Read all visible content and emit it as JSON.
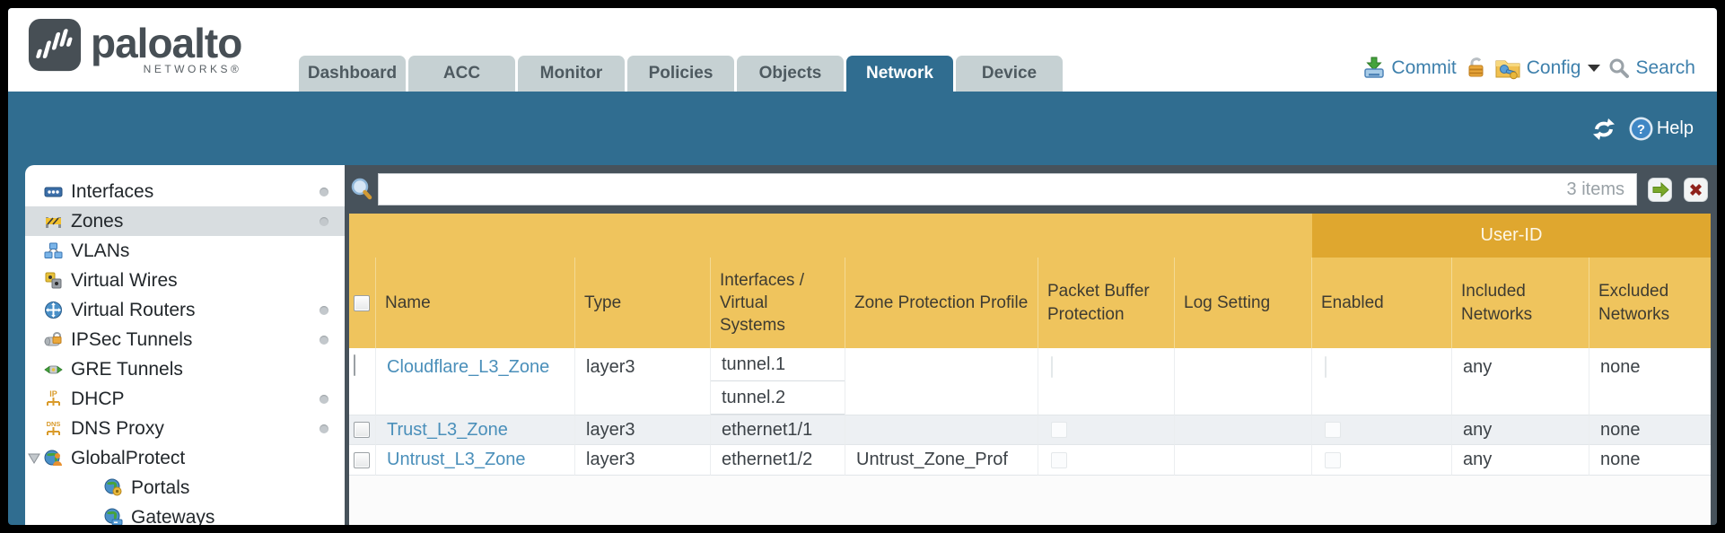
{
  "brand": {
    "title": "paloalto",
    "subtitle": "NETWORKS®"
  },
  "nav_tabs": [
    {
      "label": "Dashboard"
    },
    {
      "label": "ACC"
    },
    {
      "label": "Monitor"
    },
    {
      "label": "Policies"
    },
    {
      "label": "Objects"
    },
    {
      "label": "Network",
      "active": true
    },
    {
      "label": "Device"
    }
  ],
  "header_actions": {
    "commit_label": "Commit",
    "config_label": "Config",
    "search_label": "Search"
  },
  "toolbar": {
    "help_label": "Help"
  },
  "sidebar": {
    "items": [
      {
        "label": "Interfaces",
        "icon": "interfaces-icon",
        "dot": true
      },
      {
        "label": "Zones",
        "icon": "zones-icon",
        "dot": true,
        "selected": true
      },
      {
        "label": "VLANs",
        "icon": "vlans-icon"
      },
      {
        "label": "Virtual Wires",
        "icon": "virtual-wires-icon"
      },
      {
        "label": "Virtual Routers",
        "icon": "virtual-routers-icon",
        "dot": true
      },
      {
        "label": "IPSec Tunnels",
        "icon": "ipsec-tunnels-icon",
        "dot": true
      },
      {
        "label": "GRE Tunnels",
        "icon": "gre-tunnels-icon"
      },
      {
        "label": "DHCP",
        "icon": "dhcp-icon",
        "dot": true
      },
      {
        "label": "DNS Proxy",
        "icon": "dns-proxy-icon",
        "dot": true
      },
      {
        "label": "GlobalProtect",
        "icon": "globalprotect-icon",
        "expanded": true
      },
      {
        "label": "Portals",
        "icon": "portals-icon",
        "child": true
      },
      {
        "label": "Gateways",
        "icon": "gateways-icon",
        "child": true
      }
    ]
  },
  "filter_bar": {
    "input_value": "",
    "count_label": "3 items"
  },
  "table": {
    "group_header": "User-ID",
    "columns": {
      "name": "Name",
      "type": "Type",
      "interfaces": "Interfaces / Virtual Systems",
      "zpp": "Zone Protection Profile",
      "pbp": "Packet Buffer Protection",
      "log": "Log Setting",
      "enabled": "Enabled",
      "included": "Included Networks",
      "excluded": "Excluded Networks"
    },
    "rows": [
      {
        "name": "Cloudflare_L3_Zone",
        "type": "layer3",
        "interfaces": [
          "tunnel.1",
          "tunnel.2"
        ],
        "zone_protection_profile": "",
        "log_setting": "",
        "included_networks": "any",
        "excluded_networks": "none"
      },
      {
        "name": "Trust_L3_Zone",
        "type": "layer3",
        "interfaces": [
          "ethernet1/1"
        ],
        "zone_protection_profile": "",
        "log_setting": "",
        "included_networks": "any",
        "excluded_networks": "none"
      },
      {
        "name": "Untrust_L3_Zone",
        "type": "layer3",
        "interfaces": [
          "ethernet1/2"
        ],
        "zone_protection_profile": "Untrust_Zone_Prof",
        "log_setting": "",
        "included_networks": "any",
        "excluded_networks": "none"
      }
    ]
  },
  "colors": {
    "accent_teal": "#306D90",
    "header_orange": "#EFC45D",
    "header_orange_dark": "#DFA72F",
    "link_blue": "#4A8FBA",
    "slate": "#47525B",
    "tab_gray": "#C6D1D3"
  }
}
